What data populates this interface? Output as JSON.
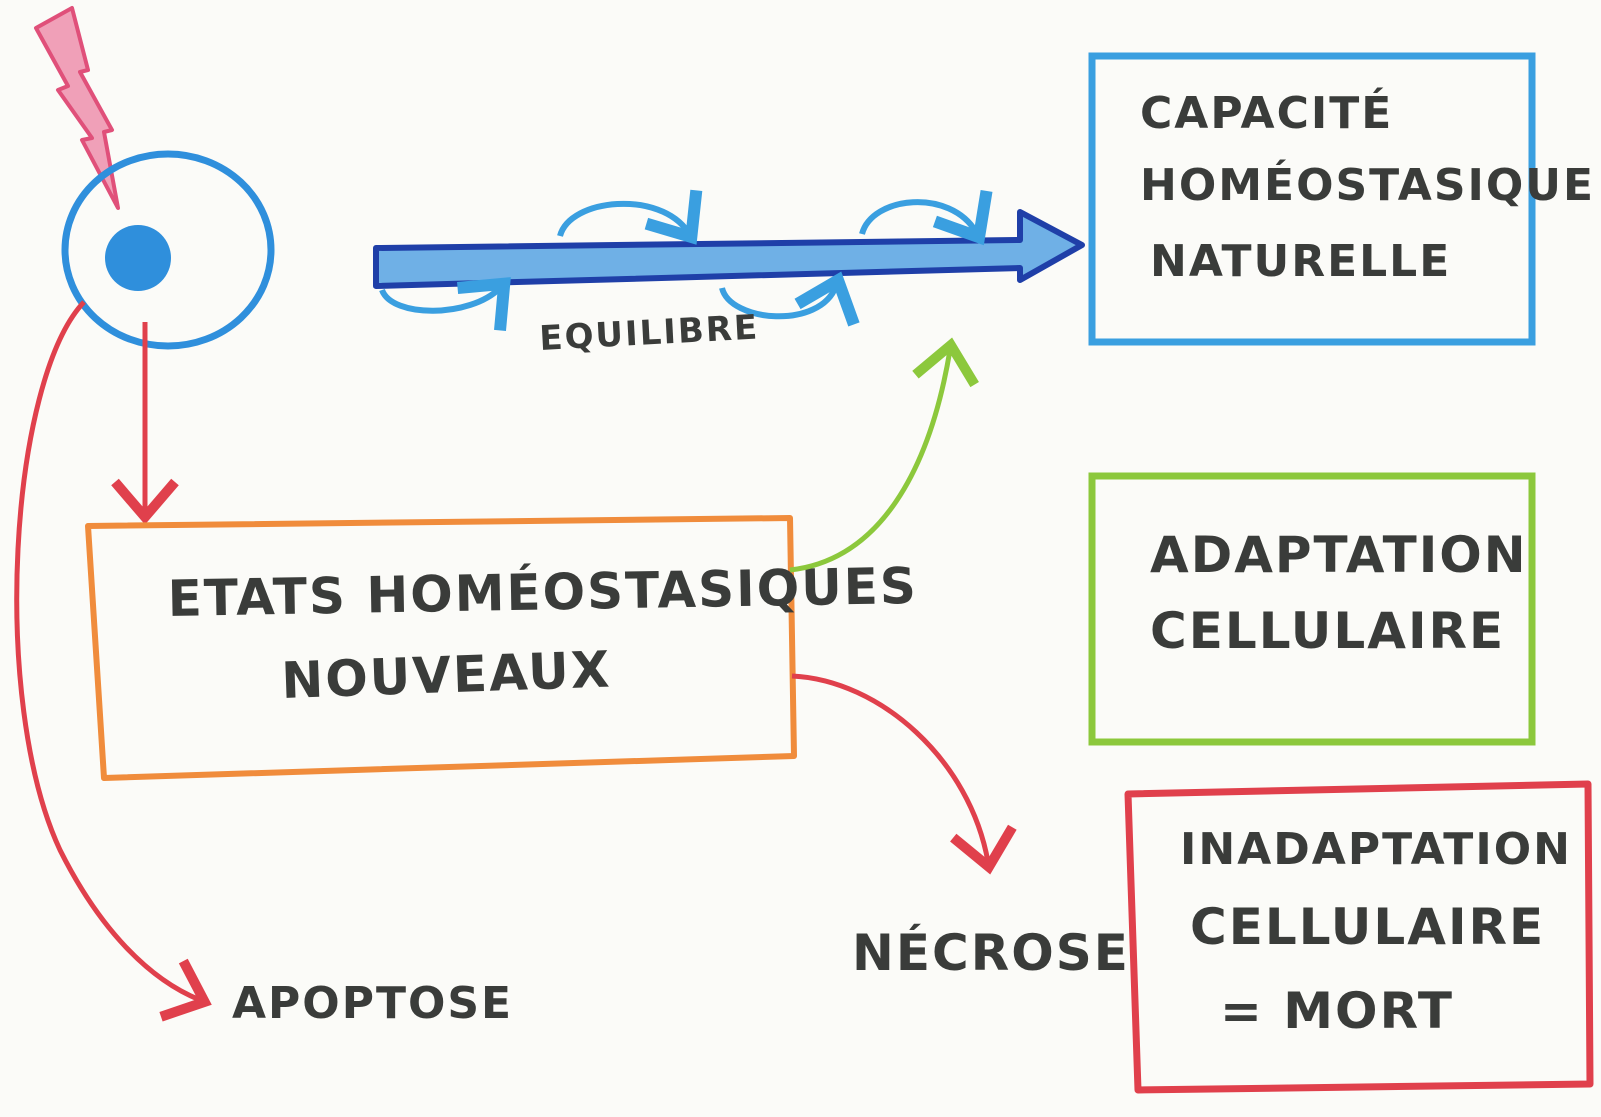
{
  "diagram": {
    "flow_label": "EQUILIBRE",
    "apoptose": "APOPTOSE",
    "necrose": "NÉCROSE",
    "boxes": {
      "natural": {
        "line1": "CAPACITÉ",
        "line2": "HOMÉOSTASIQUE",
        "line3": "NATURELLE",
        "color": "#3a9fe0"
      },
      "new_states": {
        "line1": "ETATS HOMÉOSTASIQUES",
        "line2": "NOUVEAUX",
        "color": "#f08c3c"
      },
      "adaptation": {
        "line1": "ADAPTATION",
        "line2": "CELLULAIRE",
        "color": "#8cc83c"
      },
      "inadaptation": {
        "line1": "INADAPTATION",
        "line2": "CELLULAIRE",
        "line3": "= MORT",
        "color": "#e0404c"
      }
    },
    "colors": {
      "cell": "#2f8fdc",
      "lightning": "#e0507a",
      "flow_arrow_fill": "#6fb0e6",
      "flow_arrow_stroke": "#1f3fa8",
      "red_arrow": "#e0404c",
      "green_arrow": "#8cc83c"
    }
  }
}
